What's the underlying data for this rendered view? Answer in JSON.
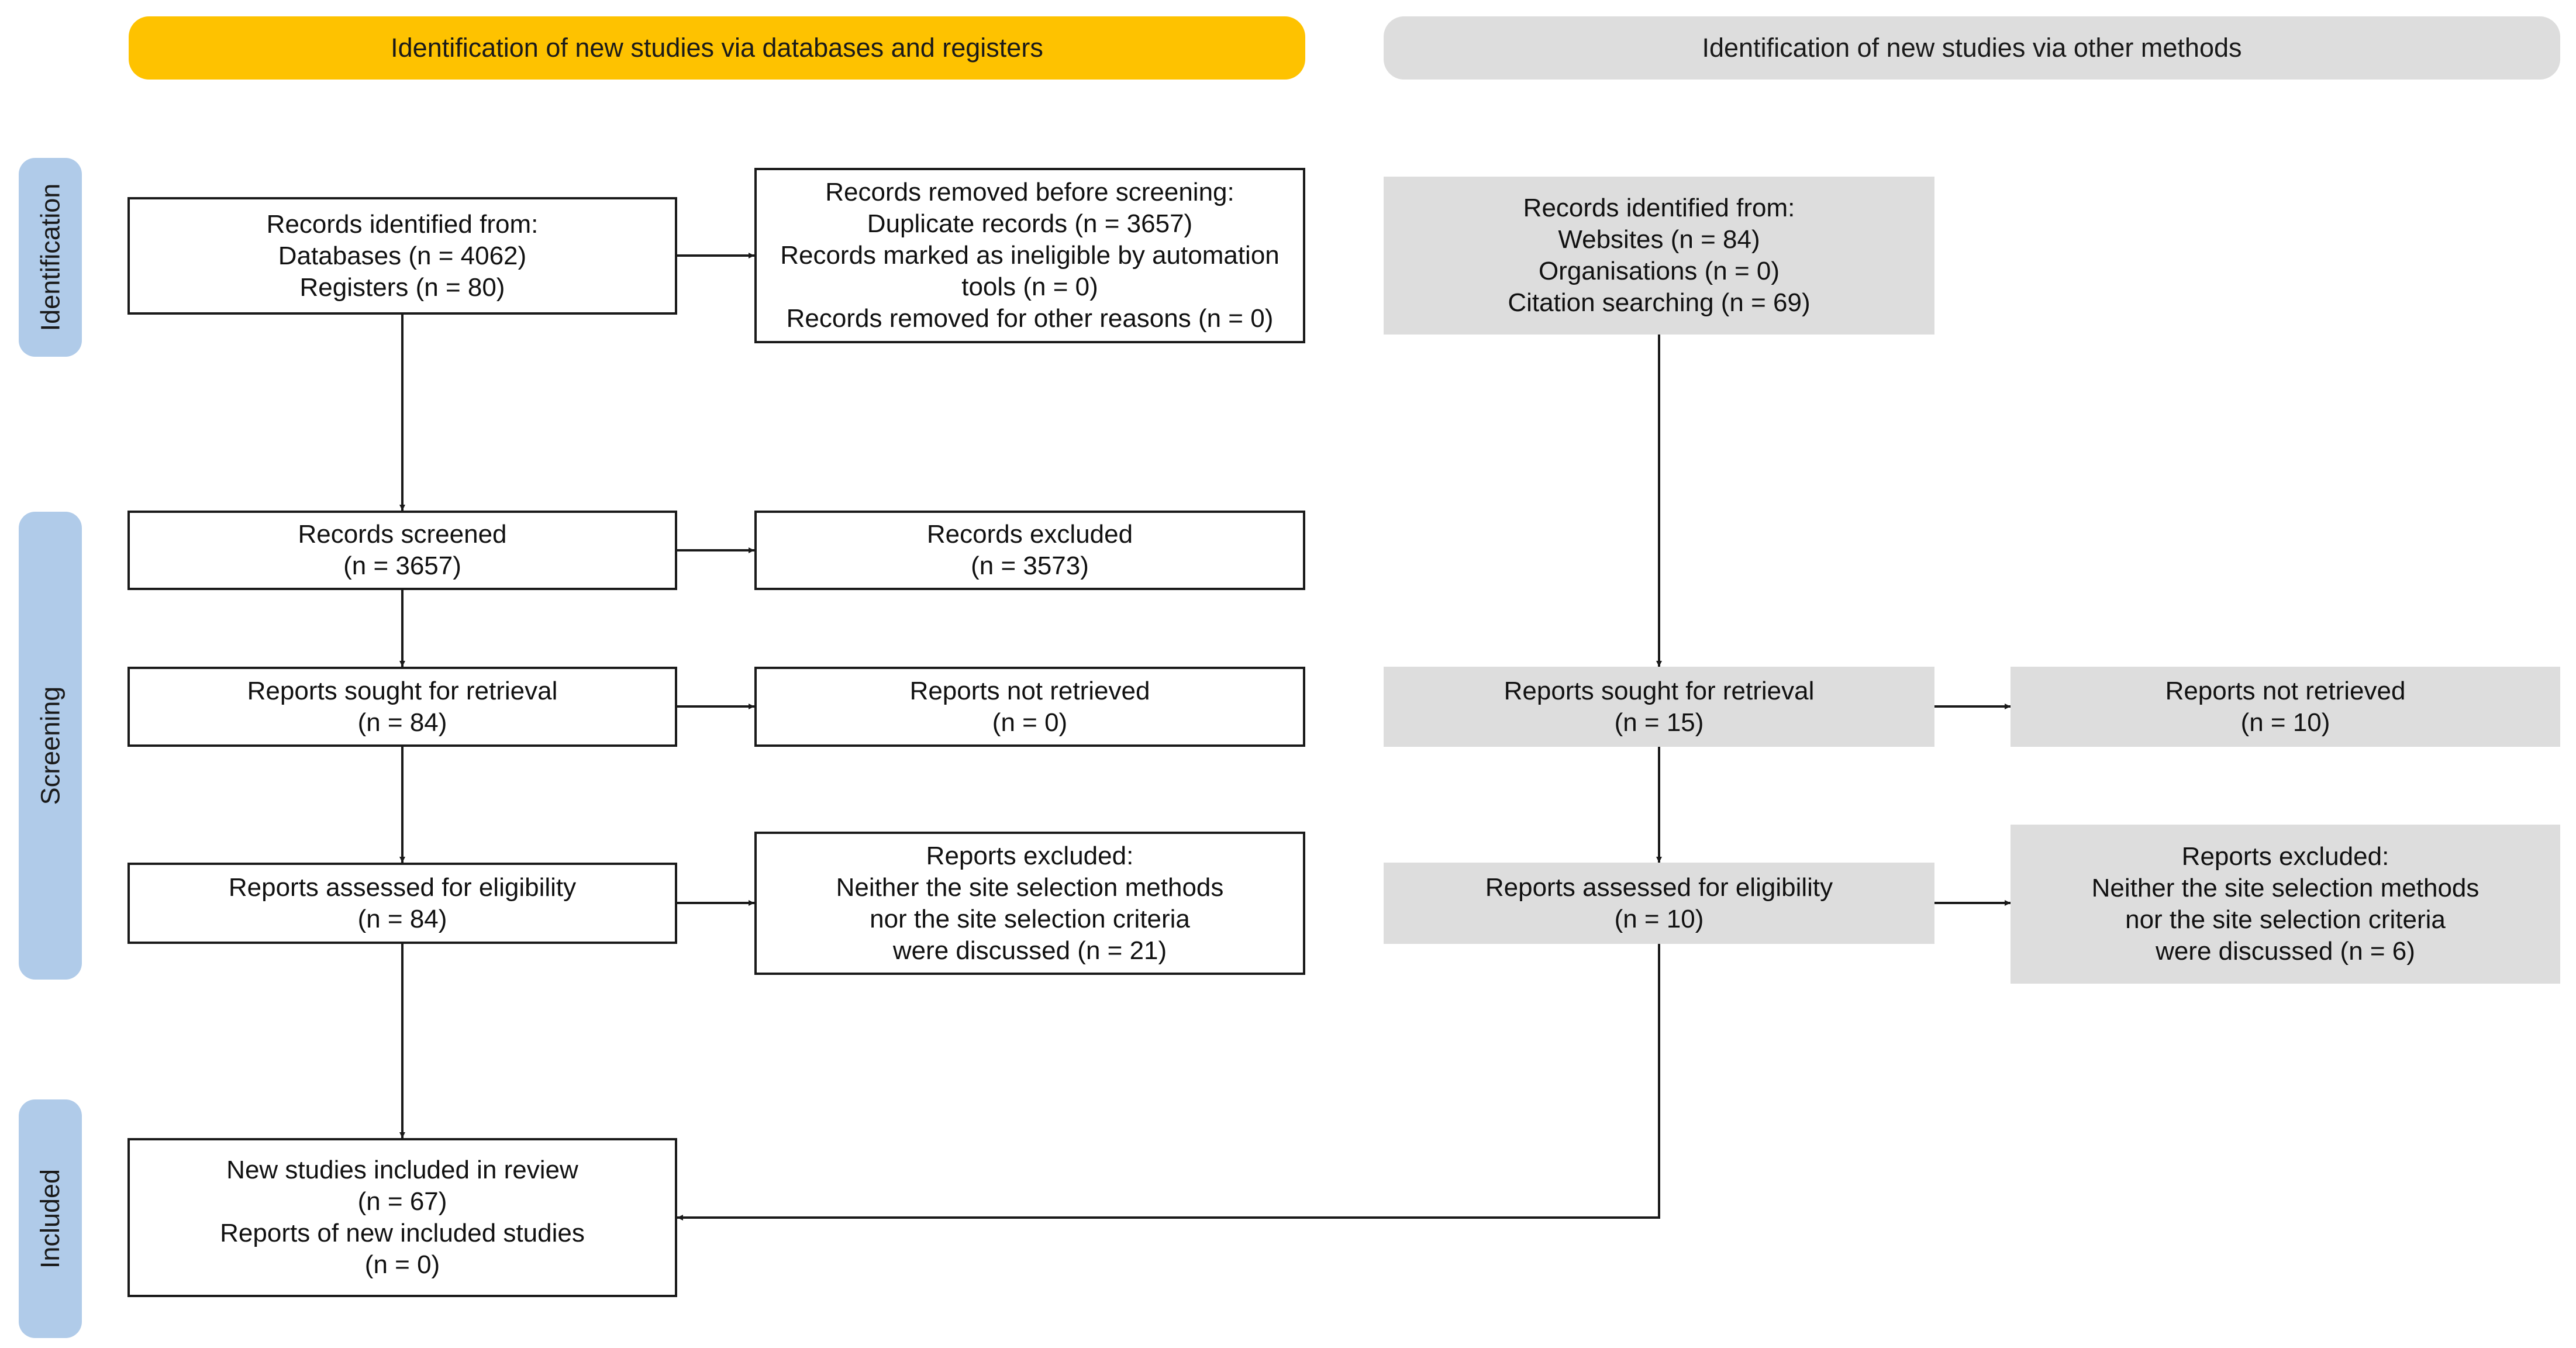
{
  "headers": {
    "databases": "Identification of new studies via databases and registers",
    "other": "Identification of new studies via other methods"
  },
  "phases": {
    "identification": "Identification",
    "screening": "Screening",
    "included": "Included"
  },
  "databases_column": {
    "identified": [
      "Records identified from:",
      "Databases (n = 4062)",
      "Registers (n = 80)"
    ],
    "removed": [
      "Records removed before screening:",
      "Duplicate records (n = 3657)",
      "Records marked as ineligible by automation",
      "tools (n = 0)",
      "Records removed for other reasons (n = 0)"
    ],
    "screened": [
      "Records screened",
      "(n = 3657)"
    ],
    "excluded": [
      "Records excluded",
      "(n = 3573)"
    ],
    "sought": [
      "Reports sought for retrieval",
      "(n = 84)"
    ],
    "not_retrieved": [
      "Reports not retrieved",
      "(n = 0)"
    ],
    "assessed": [
      "Reports assessed for eligibility",
      "(n = 84)"
    ],
    "reports_excluded": [
      "Reports excluded:",
      "Neither the site selection methods",
      "nor the site selection criteria",
      "were discussed (n = 21)"
    ]
  },
  "other_column": {
    "identified": [
      "Records identified from:",
      "Websites (n = 84)",
      "Organisations (n = 0)",
      "Citation searching (n = 69)"
    ],
    "sought": [
      "Reports sought for retrieval",
      "(n = 15)"
    ],
    "not_retrieved": [
      "Reports not retrieved",
      "(n = 10)"
    ],
    "assessed": [
      "Reports assessed for eligibility",
      "(n = 10)"
    ],
    "reports_excluded": [
      "Reports excluded:",
      "Neither the site selection methods",
      "nor the site selection criteria",
      "were discussed (n = 6)"
    ]
  },
  "included": [
    "New studies included in review",
    "(n = 67)",
    "Reports of new included studies",
    "(n = 0)"
  ],
  "colors": {
    "databases_header": "#fec200",
    "other_header": "#dddddd",
    "phase_label": "#b0cbe9",
    "grey_box": "#dddddd",
    "line": "#1a1a1a"
  }
}
